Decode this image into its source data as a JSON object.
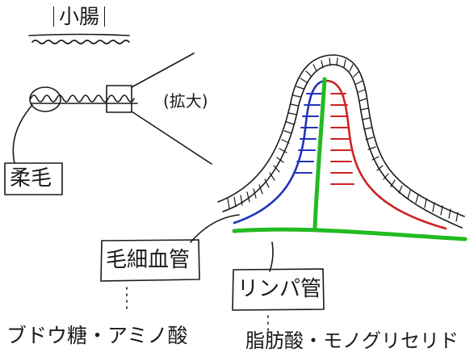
{
  "title": "小腸",
  "magnify_label": "(拡大)",
  "labels": {
    "villus": "柔毛",
    "capillary": "毛細血管",
    "lymph_vessel": "リンパ管",
    "capillary_absorbs": "ブドウ糖・アミノ酸",
    "lymph_absorbs": "脂肪酸・モノグリセリド"
  },
  "colors": {
    "ink": "#1a1a1a",
    "capillary_vein": "#2233bb",
    "capillary_artery": "#cc2222",
    "lymph": "#22bb22"
  }
}
